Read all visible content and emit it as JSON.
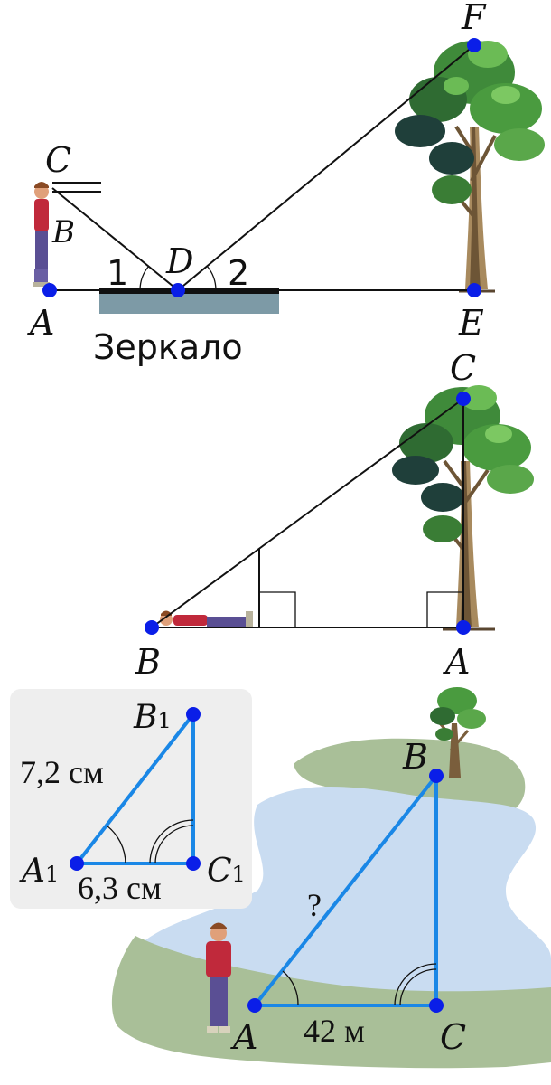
{
  "figure1": {
    "points": {
      "A": "A",
      "B": "B",
      "C": "C",
      "D": "D",
      "E": "E",
      "F": "F"
    },
    "angle1": "1",
    "angle2": "2",
    "mirror_label": "Зеркало"
  },
  "figure2": {
    "points": {
      "C": "C",
      "B": "B",
      "A": "A"
    }
  },
  "figure3": {
    "small": {
      "B1": "B",
      "A1": "A",
      "C1": "C",
      "sub": "1",
      "side_AB": "7,2 см",
      "side_AC": "6,3 см"
    },
    "large": {
      "B": "B",
      "A": "A",
      "C": "C",
      "unknown": "?",
      "side_AC": "42 м"
    }
  },
  "colors": {
    "point": "#0a1ee8",
    "blue_line": "#1a87e6",
    "mirror_dark": "#111111",
    "mirror_glass": "#7d9aa6",
    "water": "#c9dcf1",
    "grass": "#a9bf98",
    "inset_bg": "#eeeeee"
  }
}
